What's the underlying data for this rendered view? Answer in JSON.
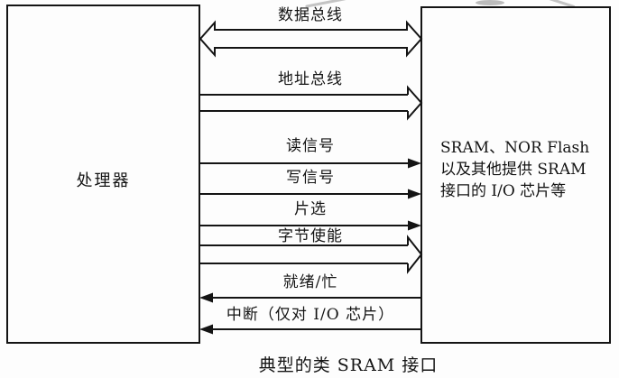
{
  "page": {
    "line_color": "#141414",
    "background_color": "#fdfdfd"
  },
  "diagram": {
    "left_box": {
      "label": "处理器"
    },
    "right_box": {
      "lines": {
        "0": "SRAM、NOR Flash",
        "1": "以及其他提供 SRAM",
        "2": "接口的 I/O 芯片等"
      }
    },
    "signals": {
      "0": {
        "label": "数据总线",
        "style": "wide-bus",
        "direction": "bidirectional"
      },
      "1": {
        "label": "地址总线",
        "style": "wide-bus",
        "direction": "to-memory"
      },
      "2": {
        "label": "读信号",
        "style": "single-line",
        "direction": "to-memory"
      },
      "3": {
        "label": "写信号",
        "style": "single-line",
        "direction": "to-memory"
      },
      "4": {
        "label": "片选",
        "style": "single-line",
        "direction": "to-memory"
      },
      "5": {
        "label": "字节使能",
        "style": "wide-bus",
        "direction": "to-memory"
      },
      "6": {
        "label": "就绪/忙",
        "style": "single-line",
        "direction": "to-processor"
      },
      "7": {
        "label": "中断（仅对 I/O 芯片）",
        "style": "single-line",
        "direction": "to-processor"
      }
    },
    "caption": "典型的类 SRAM 接口"
  }
}
